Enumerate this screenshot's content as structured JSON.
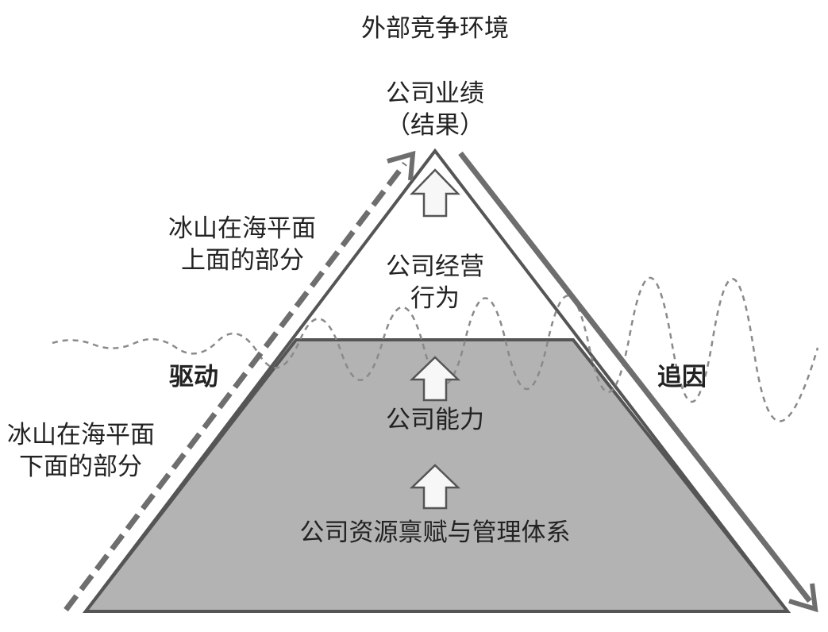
{
  "diagram": {
    "environment_label": "外部竞争环境",
    "top_label_line1": "公司业绩",
    "top_label_line2": "（结果）",
    "above_water_line1": "冰山在海平面",
    "above_water_line2": "上面的部分",
    "below_water_line1": "冰山在海平面",
    "below_water_line2": "下面的部分",
    "behavior_line1": "公司经营",
    "behavior_line2": "行为",
    "capability": "公司能力",
    "resources": "公司资源禀赋与管理体系",
    "drive_label": "驱动",
    "trace_label": "追因"
  },
  "colors": {
    "submerged_fill": "#b3b3b3",
    "outline": "#555555",
    "arrow": "#6e6e6e",
    "arrow_box_fill": "#f7f7f7",
    "waterline": "#8a8a8a"
  }
}
